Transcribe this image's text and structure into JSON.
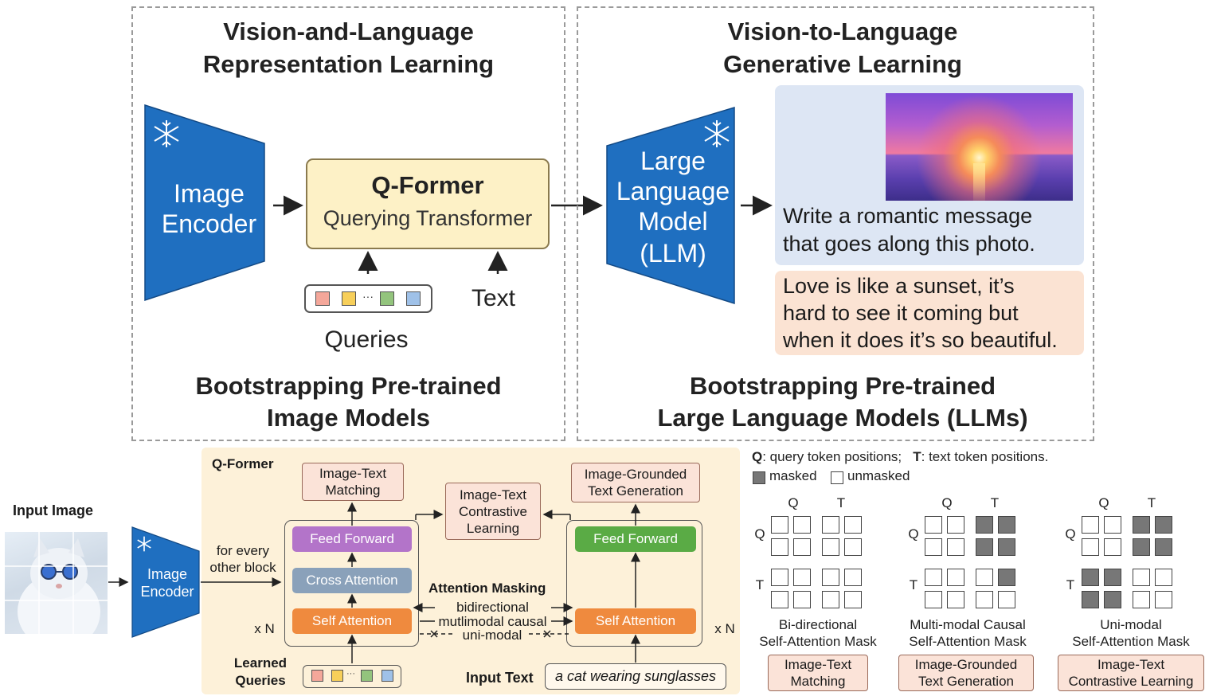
{
  "top_left": {
    "title_line1": "Vision-and-Language",
    "title_line2": "Representation Learning",
    "image_encoder_line1": "Image",
    "image_encoder_line2": "Encoder",
    "qformer_title": "Q-Former",
    "qformer_subtitle": "Querying Transformer",
    "queries_label": "Queries",
    "text_label": "Text",
    "footer_line1": "Bootstrapping Pre-trained",
    "footer_line2": "Image Models",
    "query_colors": [
      "#f4a79a",
      "#f7cf5a",
      "#93c47d",
      "#9fc1e8"
    ]
  },
  "top_right": {
    "title_line1": "Vision-to-Language",
    "title_line2": "Generative Learning",
    "llm_line1": "Large",
    "llm_line2": "Language",
    "llm_line3": "Model",
    "llm_line4": "(LLM)",
    "prompt_line1": "Write a romantic message",
    "prompt_line2": "that goes along this photo.",
    "response_line1": "Love is like a sunset, it’s",
    "response_line2": "hard to see it coming but",
    "response_line3": "when it does it’s so beautiful.",
    "footer_line1": "Bootstrapping Pre-trained",
    "footer_line2": "Large Language Models (LLMs)"
  },
  "bottom_left": {
    "input_image_label": "Input Image",
    "image_encoder_line1": "Image",
    "image_encoder_line2": "Encoder",
    "for_every_line1": "for every",
    "for_every_line2": "other block",
    "qformer_label": "Q-Former",
    "itm_line1": "Image-Text",
    "itm_line2": "Matching",
    "itc_line1": "Image-Text",
    "itc_line2": "Contrastive",
    "itc_line3": "Learning",
    "itg_line1": "Image-Grounded",
    "itg_line2": "Text Generation",
    "feed_forward": "Feed Forward",
    "cross_attention": "Cross Attention",
    "self_attention": "Self Attention",
    "xN": "x N",
    "attention_masking": "Attention Masking",
    "bidirectional": "bidirectional",
    "multimodal_causal": "mutlimodal causal",
    "uni_modal": "uni-modal",
    "learned_line1": "Learned",
    "learned_line2": "Queries",
    "input_text_label": "Input Text",
    "input_text_value": "a cat wearing sunglasses",
    "query_colors": [
      "#f4a79a",
      "#f7cf5a",
      "#93c47d",
      "#9fc1e8"
    ],
    "colors": {
      "feed_forward_left": "#b374c9",
      "cross_attention": "#8aa1ba",
      "self_attention": "#ef8a3e",
      "feed_forward_right": "#5aab45",
      "encoder_blue": "#1f6fc0"
    }
  },
  "bottom_right": {
    "legend_Q": "Q",
    "legend_Q_text": ": query token positions;",
    "legend_T": "T",
    "legend_T_text": ": text token positions.",
    "legend_masked": "masked",
    "legend_unmasked": "unmasked",
    "axis_Q": "Q",
    "axis_T": "T",
    "masks": [
      {
        "label_line1": "Bi-directional",
        "label_line2": "Self-Attention Mask",
        "task_line1": "Image-Text",
        "task_line2": "Matching",
        "grid": [
          [
            0,
            0,
            0,
            0
          ],
          [
            0,
            0,
            0,
            0
          ],
          [
            0,
            0,
            0,
            0
          ],
          [
            0,
            0,
            0,
            0
          ]
        ]
      },
      {
        "label_line1": "Multi-modal Causal",
        "label_line2": "Self-Attention Mask",
        "task_line1": "Image-Grounded",
        "task_line2": "Text Generation",
        "grid": [
          [
            0,
            0,
            1,
            1
          ],
          [
            0,
            0,
            1,
            1
          ],
          [
            0,
            0,
            0,
            1
          ],
          [
            0,
            0,
            0,
            0
          ]
        ]
      },
      {
        "label_line1": "Uni-modal",
        "label_line2": "Self-Attention Mask",
        "task_line1": "Image-Text",
        "task_line2": "Contrastive Learning",
        "grid": [
          [
            0,
            0,
            1,
            1
          ],
          [
            0,
            0,
            1,
            1
          ],
          [
            1,
            1,
            0,
            0
          ],
          [
            1,
            1,
            0,
            0
          ]
        ]
      }
    ]
  }
}
